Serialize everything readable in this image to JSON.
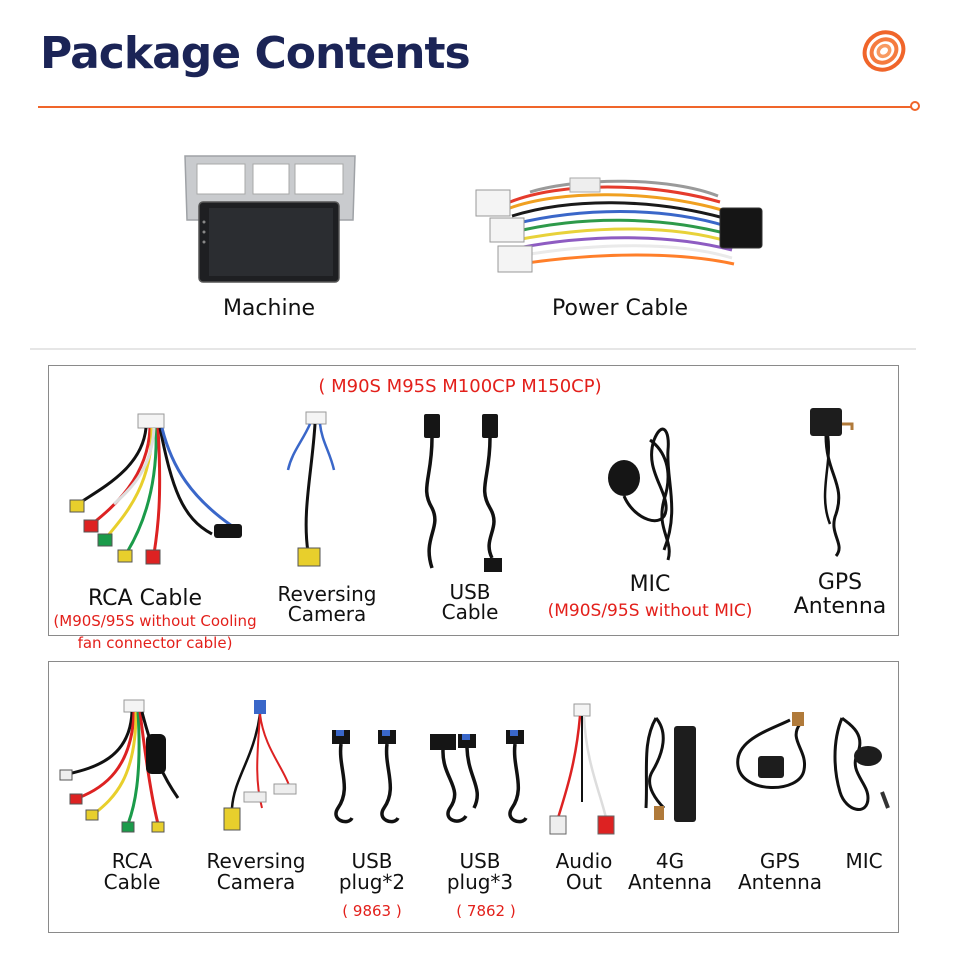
{
  "header": {
    "title": "Package Contents",
    "accent_color": "#f0652a",
    "title_color": "#1b2456",
    "logo_icon": "orange-spiral-logo-icon"
  },
  "top_items": [
    {
      "label": "Machine",
      "icon": "car-stereo-unit-icon"
    },
    {
      "label": "Power Cable",
      "icon": "power-harness-icon"
    }
  ],
  "section1": {
    "heading": "( M90S M95S M100CP M150CP)",
    "items": [
      {
        "label": "RCA Cable",
        "note_lines": [
          "(M90S/95S without Cooling",
          "fan connector cable)"
        ],
        "icon": "rca-cable-icon"
      },
      {
        "label_lines": [
          "Reversing",
          "Camera"
        ],
        "icon": "reversing-camera-cable-icon"
      },
      {
        "label_lines": [
          "USB",
          "Cable"
        ],
        "icon": "usb-cable-icon"
      },
      {
        "label": "MIC",
        "note": "(M90S/95S without MIC)",
        "icon": "microphone-icon"
      },
      {
        "label_lines": [
          "GPS",
          "Antenna"
        ],
        "icon": "gps-antenna-icon"
      }
    ]
  },
  "section2": {
    "items": [
      {
        "label_lines": [
          "RCA",
          "Cable"
        ],
        "icon": "rca-cable-icon"
      },
      {
        "label_lines": [
          "Reversing",
          "Camera"
        ],
        "icon": "reversing-camera-cable-icon"
      },
      {
        "label_lines": [
          "USB",
          "plug*2"
        ],
        "note": "( 9863 )",
        "icon": "usb-plug-icon"
      },
      {
        "label_lines": [
          "USB",
          "plug*3"
        ],
        "note": "( 7862 )",
        "icon": "usb-plug-icon"
      },
      {
        "label_lines": [
          "Audio",
          "Out"
        ],
        "icon": "audio-out-cable-icon"
      },
      {
        "label_lines": [
          "4G",
          "Antenna"
        ],
        "icon": "4g-antenna-icon"
      },
      {
        "label_lines": [
          "GPS",
          "Antenna"
        ],
        "icon": "gps-antenna-icon"
      },
      {
        "label": "MIC",
        "icon": "microphone-icon"
      }
    ]
  }
}
